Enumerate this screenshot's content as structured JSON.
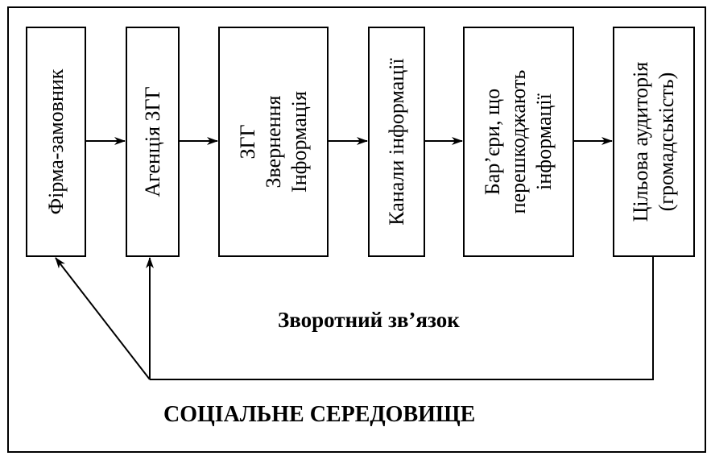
{
  "boxes": [
    {
      "lines": [
        "Фірма-замовник"
      ]
    },
    {
      "lines": [
        "Агенція ЗГГ"
      ]
    },
    {
      "lines": [
        "ЗГГ",
        "Звернення",
        "Інформація"
      ]
    },
    {
      "lines": [
        "Канали інформації"
      ]
    },
    {
      "lines": [
        "Бар’єри, що",
        "перешкоджають",
        "інформації"
      ]
    },
    {
      "lines": [
        "Цільова аудиторія",
        "(громадськість)"
      ]
    }
  ],
  "feedback_label": "Зворотний зв’язок",
  "environment_label": "СОЦІАЛЬНЕ СЕРЕДОВИЩЕ"
}
